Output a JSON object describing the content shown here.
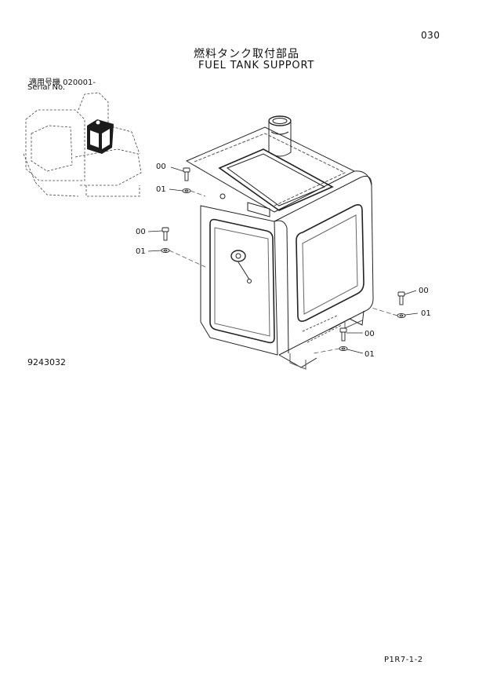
{
  "header": {
    "page_number": "030",
    "title_jp": "燃料タンク取付部品",
    "title_en": "FUEL TANK SUPPORT"
  },
  "serial": {
    "label_jp": "適用号機  020001-",
    "label_en": "Serial No."
  },
  "callouts": {
    "c1": "00",
    "c2": "01",
    "c3": "00",
    "c4": "01",
    "c5": "00",
    "c6": "01",
    "c7": "00",
    "c8": "01"
  },
  "footer": {
    "drawing_id": "9243032",
    "ref_code": "P1R7-1-2"
  }
}
